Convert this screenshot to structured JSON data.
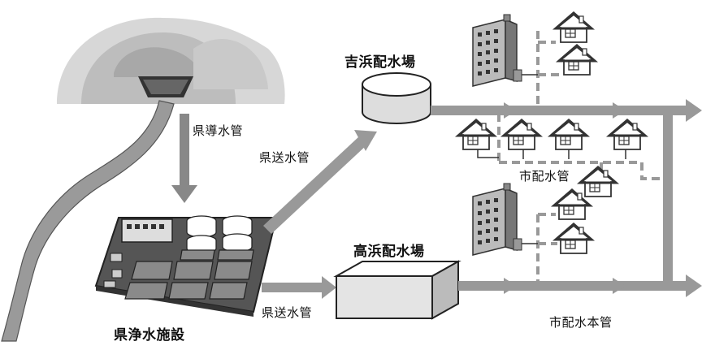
{
  "labels": {
    "prefectural_conduit": "県導水管",
    "prefectural_supply_upper": "県送水管",
    "prefectural_supply_lower": "県送水管",
    "yoshihama_reservoir": "吉浜配水場",
    "takahama_reservoir": "高浜配水場",
    "prefectural_treatment": "県浄水施設",
    "city_distribution_pipe": "市配水管",
    "city_main_pipe": "市配水本管"
  }
}
